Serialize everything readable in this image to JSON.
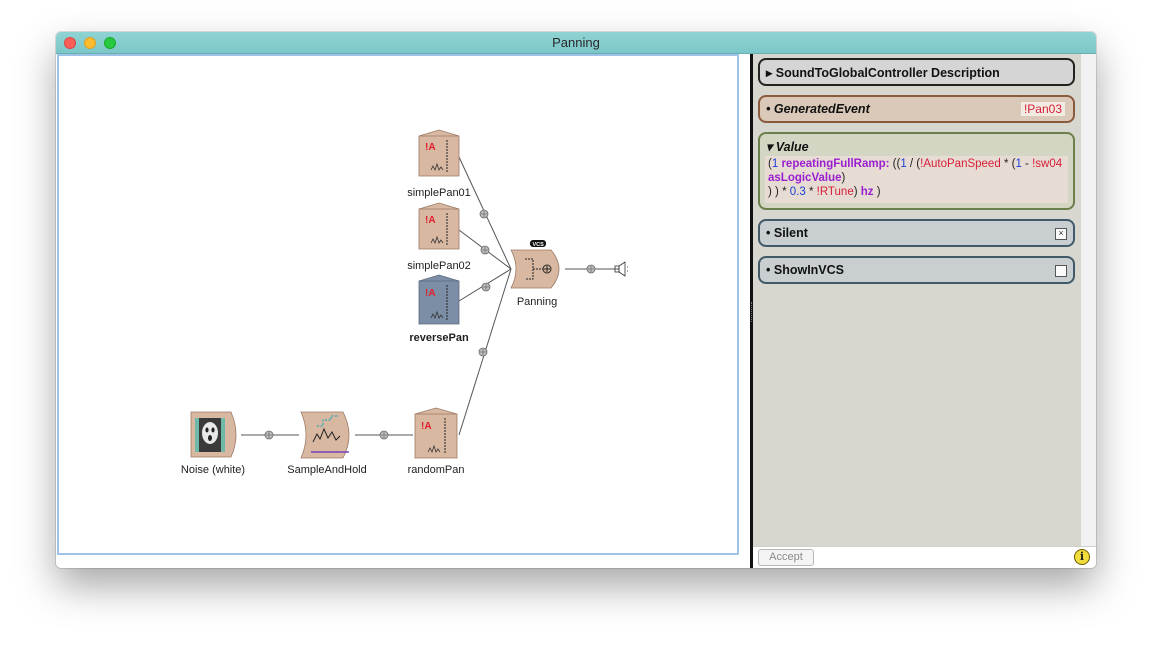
{
  "window": {
    "title": "Panning"
  },
  "graph": {
    "nodes": {
      "simplePan01": "simplePan01",
      "simplePan02": "simplePan02",
      "reversePan": "reversePan",
      "panning": "Panning",
      "noise": "Noise (white)",
      "sampleAndHold": "SampleAndHold",
      "randomPan": "randomPan"
    },
    "badge_A": "!A",
    "vcs_badge": "VCS"
  },
  "inspector": {
    "description_header": "SoundToGlobalController Description",
    "generated_event_label": "GeneratedEvent",
    "generated_event_value": "!Pan03",
    "value_label": "Value",
    "value_expr": {
      "p1": "(",
      "p2": "1",
      "p3": "repeatingFullRamp:",
      "p4": "((",
      "p5": "1",
      "p6": "/ (",
      "p7": "!AutoPanSpeed",
      "p8": "* (",
      "p9": "1",
      "p10": "-",
      "p11": "!sw04",
      "p12": "asLogicValue",
      "p13": ")",
      "p14": ") )",
      "p15": "*",
      "p16": "0.3",
      "p17": "*",
      "p18": "!RTune",
      "p19": ")",
      "p20": "hz",
      "p21": ")"
    },
    "silent_label": "Silent",
    "silent_checked": true,
    "showinvcs_label": "ShowInVCS",
    "showinvcs_checked": false
  },
  "footer": {
    "accept_label": "Accept",
    "info_glyph": "i"
  },
  "colors": {
    "titlebar": "#7cc7c9",
    "variable": "#d81e3a",
    "number": "#1a3fd6",
    "keyword": "#9b1fd0"
  }
}
